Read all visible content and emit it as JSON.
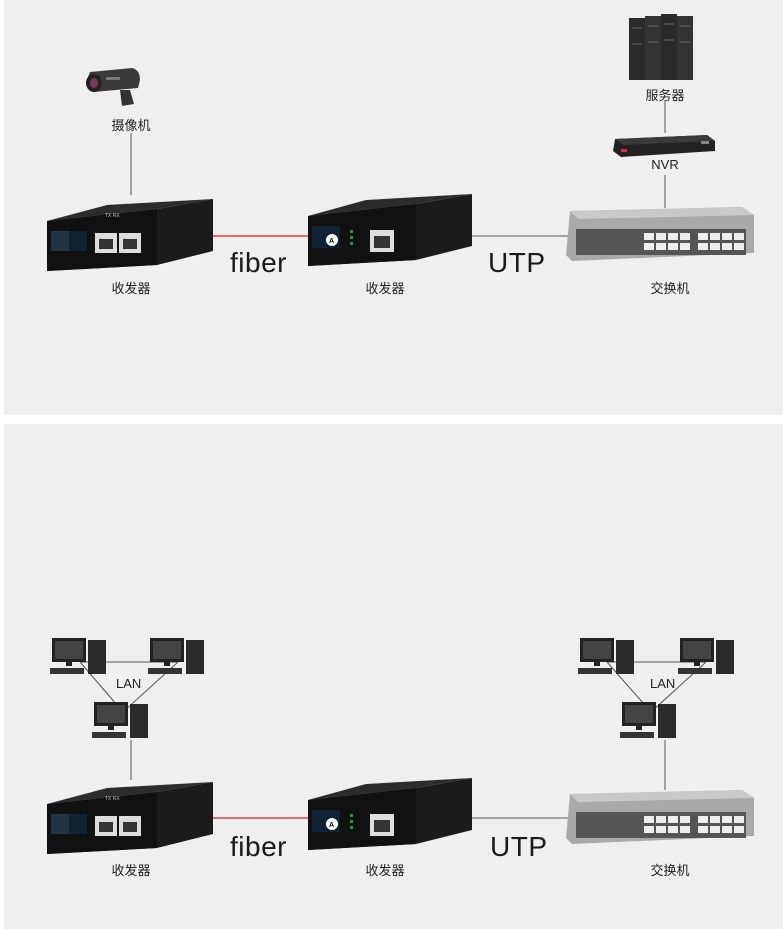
{
  "top": {
    "camera_label": "摄像机",
    "server_label": "服务器",
    "nvr_label": "NVR",
    "left_transceiver_label": "收发器",
    "mid_transceiver_label": "收发器",
    "switch_label": "交换机",
    "fiber_label": "fiber",
    "utp_label": "UTP"
  },
  "bottom": {
    "left_lan_label": "LAN",
    "right_lan_label": "LAN",
    "left_transceiver_label": "收发器",
    "mid_transceiver_label": "收发器",
    "switch_label": "交换机",
    "fiber_label": "fiber",
    "utp_label": "UTP"
  },
  "colors": {
    "fiber_line": "#d62020",
    "utp_line": "#555555",
    "panel_bg": "#efefef"
  }
}
